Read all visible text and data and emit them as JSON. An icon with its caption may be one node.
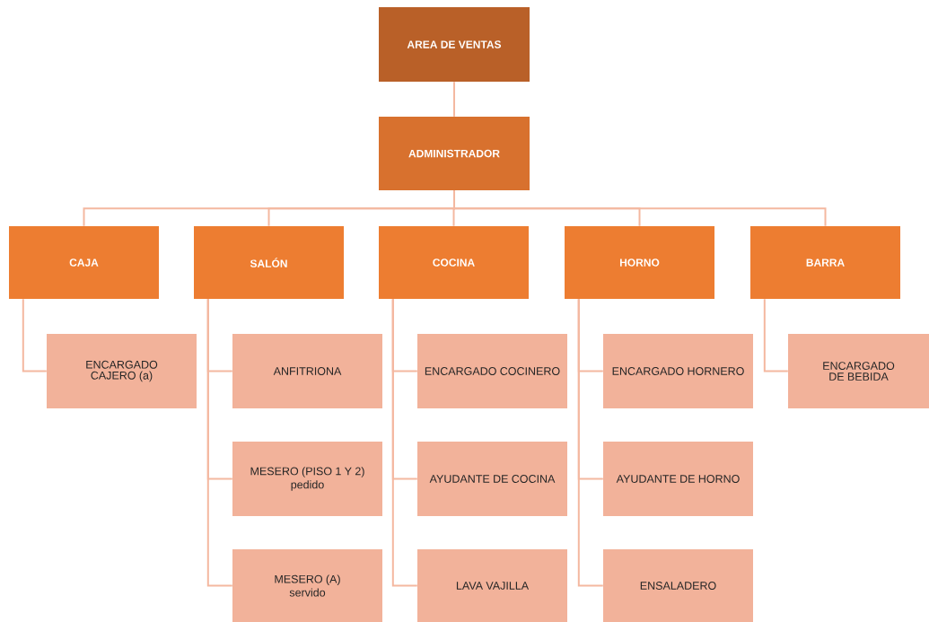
{
  "diagram": {
    "nodes": [
      {
        "text": [
          "AREA DE VENTAS"
        ]
      },
      {
        "text": [
          "ADMINISTRADOR"
        ]
      },
      {
        "text": [
          "CAJA"
        ]
      },
      {
        "text": [
          "SALÓN"
        ]
      },
      {
        "text": [
          "COCINA"
        ]
      },
      {
        "text": [
          "HORNO"
        ]
      },
      {
        "text": [
          "BARRA"
        ]
      },
      {
        "text": [
          "ENCARGADO CAJERO (a)"
        ]
      },
      {
        "text": [
          "ANFITRIONA"
        ]
      },
      {
        "text": [
          "MESERO (PISO 1 Y 2)",
          "pedido"
        ]
      },
      {
        "text": [
          "MESERO (A)",
          "servido"
        ]
      },
      {
        "text": [
          "ENCARGADO COCINERO"
        ]
      },
      {
        "text": [
          "AYUDANTE DE COCINA"
        ]
      },
      {
        "text": [
          "LAVA VAJILLA"
        ]
      },
      {
        "text": [
          "ENCARGADO HORNERO"
        ]
      },
      {
        "text": [
          "AYUDANTE DE HORNO"
        ]
      },
      {
        "text": [
          "ENSALADERO"
        ]
      },
      {
        "text": [
          "ENCARGADO DE BEBIDA"
        ]
      }
    ],
    "edges": [
      {
        "from": 0,
        "to": 1,
        "arrow": "none"
      },
      {
        "from": 1,
        "to": 2,
        "arrow": "none"
      },
      {
        "from": 1,
        "to": 3,
        "arrow": "none"
      },
      {
        "from": 1,
        "to": 4,
        "arrow": "none"
      },
      {
        "from": 1,
        "to": 5,
        "arrow": "none"
      },
      {
        "from": 1,
        "to": 6,
        "arrow": "none"
      },
      {
        "from": 2,
        "to": 7,
        "arrow": "none"
      },
      {
        "from": 3,
        "to": 8,
        "arrow": "none"
      },
      {
        "from": 3,
        "to": 9,
        "arrow": "none"
      },
      {
        "from": 3,
        "to": 10,
        "arrow": "none"
      },
      {
        "from": 4,
        "to": 11,
        "arrow": "none"
      },
      {
        "from": 4,
        "to": 12,
        "arrow": "none"
      },
      {
        "from": 4,
        "to": 13,
        "arrow": "none"
      },
      {
        "from": 5,
        "to": 14,
        "arrow": "none"
      },
      {
        "from": 5,
        "to": 15,
        "arrow": "none"
      },
      {
        "from": 5,
        "to": 16,
        "arrow": "none"
      },
      {
        "from": 6,
        "to": 17,
        "arrow": "none"
      }
    ]
  }
}
